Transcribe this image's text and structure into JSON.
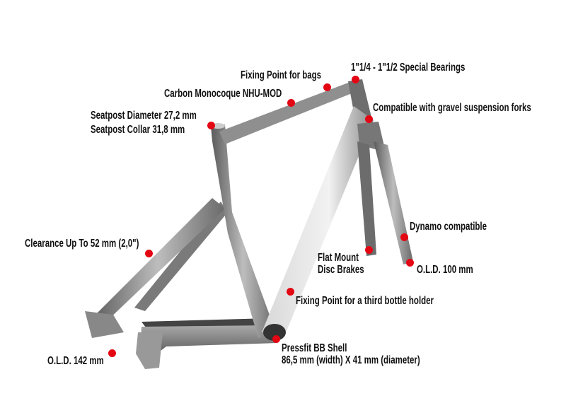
{
  "accent_color": "#e30613",
  "callouts": [
    {
      "id": "bearings",
      "lines": [
        "1\"1/4 - 1\"1/2 Special Bearings"
      ]
    },
    {
      "id": "bags",
      "lines": [
        "Fixing Point for bags"
      ]
    },
    {
      "id": "carbon",
      "lines": [
        "Carbon Monocoque NHU-MOD"
      ]
    },
    {
      "id": "seatpost",
      "lines": [
        "Seatpost Diameter 27,2 mm",
        "Seatpost Collar 31,8 mm"
      ]
    },
    {
      "id": "fork",
      "lines": [
        "Compatible with gravel suspension forks"
      ]
    },
    {
      "id": "clearance",
      "lines": [
        "Clearance Up To 52 mm (2,0\")"
      ]
    },
    {
      "id": "dynamo",
      "lines": [
        "Dynamo compatible"
      ]
    },
    {
      "id": "flatmount",
      "lines": [
        "Flat Mount",
        "Disc Brakes"
      ]
    },
    {
      "id": "old100",
      "lines": [
        "O.L.D. 100 mm"
      ]
    },
    {
      "id": "bottle",
      "lines": [
        "Fixing Point for a third bottle holder"
      ]
    },
    {
      "id": "bb",
      "lines": [
        "Pressfit BB Shell",
        "86,5 mm (width) X 41 mm (diameter)"
      ]
    },
    {
      "id": "old142",
      "lines": [
        "O.L.D. 142 mm"
      ]
    }
  ]
}
